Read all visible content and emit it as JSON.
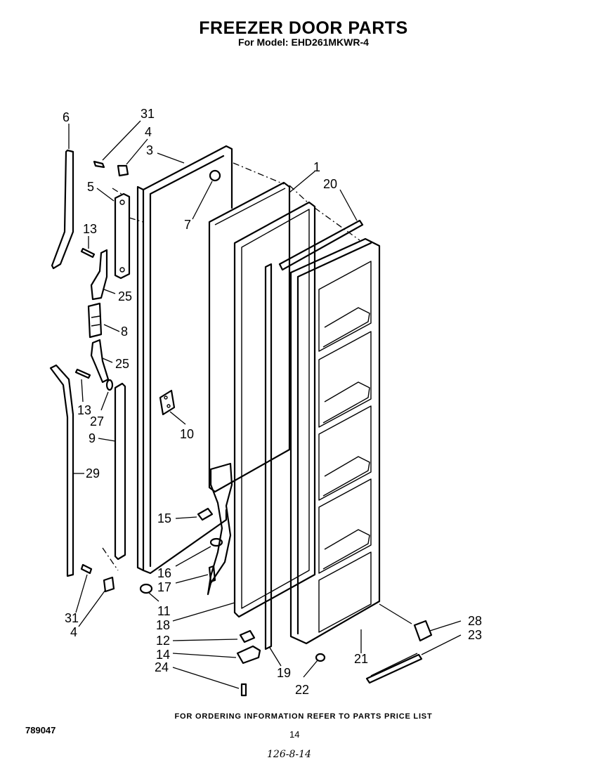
{
  "header": {
    "title": "FREEZER DOOR PARTS",
    "subtitle": "For Model: EHD261MKWR-4"
  },
  "callouts": [
    "6",
    "31",
    "4",
    "3",
    "1",
    "20",
    "5",
    "7",
    "13",
    "25",
    "8",
    "25",
    "13",
    "27",
    "9",
    "10",
    "29",
    "15",
    "16",
    "17",
    "11",
    "31",
    "4",
    "18",
    "12",
    "14",
    "24",
    "19",
    "22",
    "21",
    "28",
    "23"
  ],
  "footer": {
    "ordering_note": "FOR ORDERING INFORMATION REFER TO PARTS PRICE LIST",
    "doc_number": "789047",
    "page_number": "14",
    "handwritten_note": "126-8-14"
  }
}
